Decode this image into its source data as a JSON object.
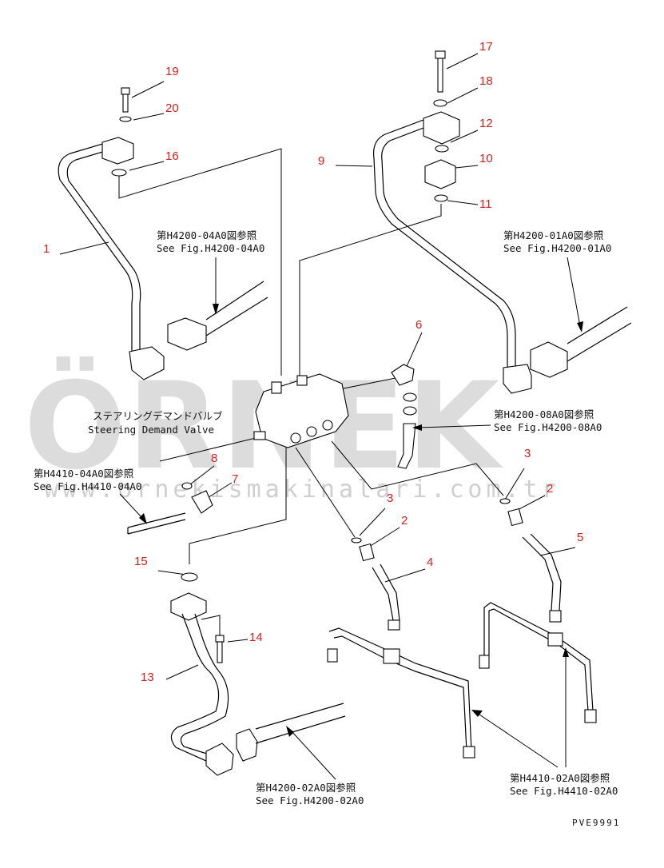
{
  "watermark": {
    "brand": "ÖRNEK",
    "url": "www.ornekismakinalari.com.tr"
  },
  "labels": {
    "valve_jp": "ステアリングデマンドバルブ",
    "valve_en": "Steering Demand Valve",
    "drawing_code": "PVE9991"
  },
  "references": [
    {
      "jp": "第H4200-04A0図参照",
      "en": "See Fig.H4200-04A0"
    },
    {
      "jp": "第H4200-01A0図参照",
      "en": "See Fig.H4200-01A0"
    },
    {
      "jp": "第H4200-08A0図参照",
      "en": "See Fig.H4200-08A0"
    },
    {
      "jp": "第H4410-04A0図参照",
      "en": "See Fig.H4410-04A0"
    },
    {
      "jp": "第H4200-02A0図参照",
      "en": "See Fig.H4200-02A0"
    },
    {
      "jp": "第H4410-02A0図参照",
      "en": "See Fig.H4410-02A0"
    }
  ],
  "callouts": [
    "1",
    "2",
    "2",
    "3",
    "3",
    "4",
    "5",
    "6",
    "7",
    "8",
    "9",
    "10",
    "11",
    "12",
    "13",
    "14",
    "15",
    "16",
    "17",
    "18",
    "19",
    "20"
  ],
  "colors": {
    "callout": "#d42020",
    "watermark": "#dcdcdc",
    "watermark_accent": "#f0c419"
  }
}
